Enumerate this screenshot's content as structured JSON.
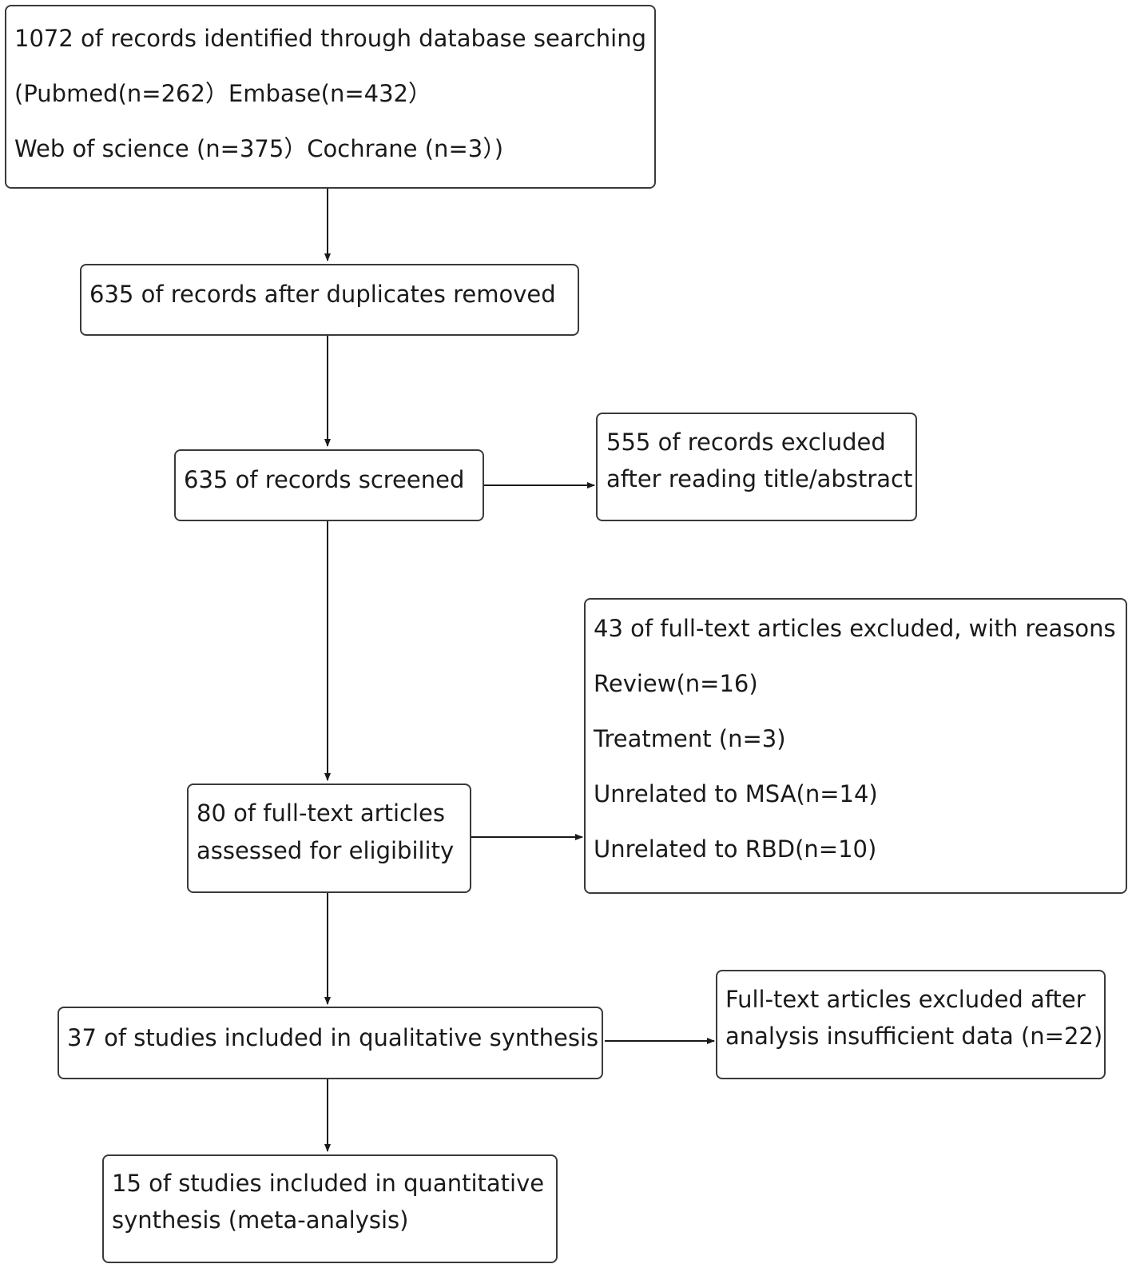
{
  "identification": {
    "lines": [
      "1072 of records identified through database searching",
      "(Pubmed(n=262）Embase(n=432）",
      "Web of science (n=375）Cochrane (n=3）)"
    ]
  },
  "duplicates_removed": {
    "lines": [
      "635 of records after duplicates removed"
    ]
  },
  "screened": {
    "lines": [
      "635 of records screened"
    ]
  },
  "screen_excluded": {
    "lines": [
      "555 of records excluded",
      "after reading title/abstract"
    ]
  },
  "eligibility": {
    "lines": [
      "80 of full-text articles",
      "assessed for eligibility"
    ]
  },
  "fulltext_excluded": {
    "lines": [
      "43 of full-text articles excluded, with reasons",
      "Review(n=16)",
      "Treatment (n=3)",
      "Unrelated to MSA(n=14)",
      "Unrelated to RBD(n=10)"
    ]
  },
  "qualitative": {
    "lines": [
      "37 of studies included in qualitative synthesis"
    ]
  },
  "analysis_excluded": {
    "lines": [
      "Full-text articles excluded after",
      "analysis insufficient data (n=22)"
    ]
  },
  "quantitative": {
    "lines": [
      "15 of studies included in quantitative",
      "synthesis (meta-analysis)"
    ]
  },
  "colors": {
    "border": "#3a3a3a",
    "text": "#1a1a1a",
    "background": "#ffffff"
  }
}
